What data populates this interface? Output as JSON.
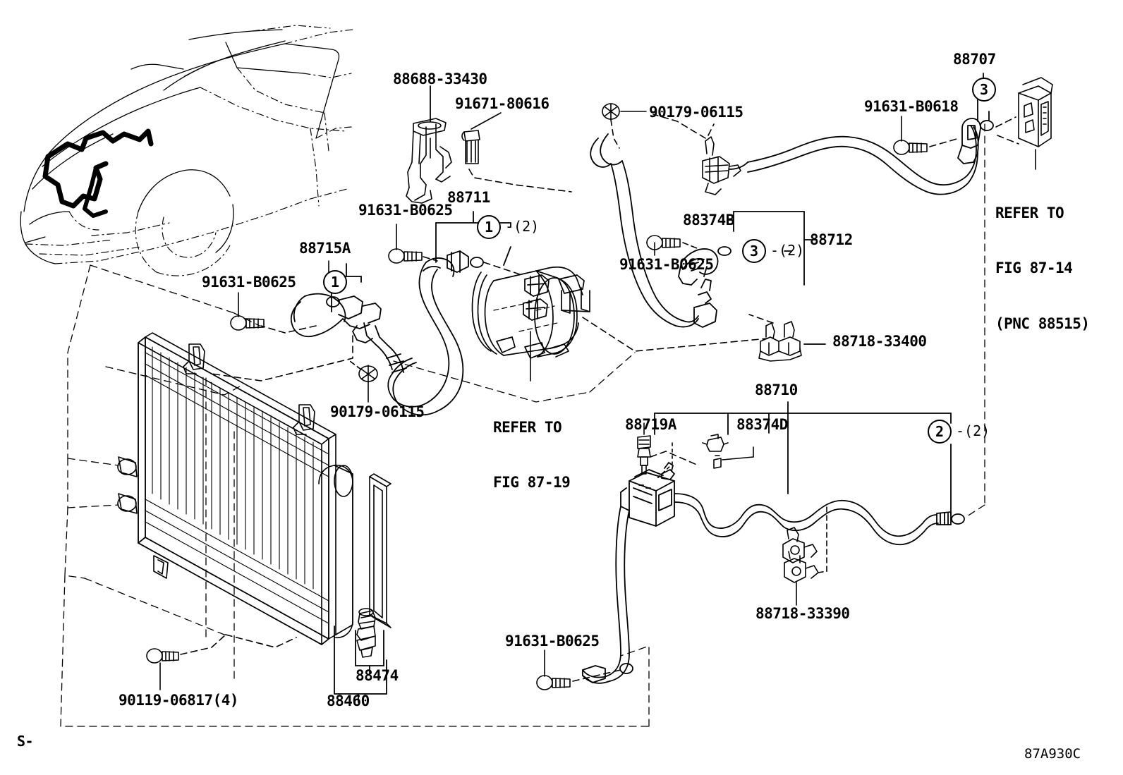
{
  "diagram": {
    "code": "87A930C",
    "sheet_mark": "S-",
    "title_implied": "A/C Piping and Condenser"
  },
  "refer_notes": [
    {
      "id": "refer-87-14",
      "lines": [
        "REFER TO",
        "FIG 87-14",
        "(PNC 88515)"
      ]
    },
    {
      "id": "refer-87-19",
      "lines": [
        "REFER TO",
        "FIG 87-19"
      ]
    }
  ],
  "qty_markers": [
    {
      "id": "marker-88711",
      "number": "1",
      "qty": "-(2)"
    },
    {
      "id": "marker-88715a",
      "number": "1",
      "qty": ""
    },
    {
      "id": "marker-88707",
      "number": "3",
      "qty": ""
    },
    {
      "id": "marker-88712",
      "number": "3",
      "qty": "-(2)"
    },
    {
      "id": "marker-88710",
      "number": "2",
      "qty": "-(2)"
    }
  ],
  "part_labels": [
    {
      "id": "p-88688-33430",
      "text": "88688-33430"
    },
    {
      "id": "p-91671-80616",
      "text": "91671-80616"
    },
    {
      "id": "p-90179-06115-top",
      "text": "90179-06115"
    },
    {
      "id": "p-91631-B0618",
      "text": "91631-B0618"
    },
    {
      "id": "p-88707",
      "text": "88707"
    },
    {
      "id": "p-88711",
      "text": "88711"
    },
    {
      "id": "p-91631-B0625-a",
      "text": "91631-B0625"
    },
    {
      "id": "p-88374B",
      "text": "88374B"
    },
    {
      "id": "p-88712",
      "text": "88712"
    },
    {
      "id": "p-91631-B0625-b",
      "text": "91631-B0625"
    },
    {
      "id": "p-88715A",
      "text": "88715A"
    },
    {
      "id": "p-91631-B0625-c",
      "text": "91631-B0625"
    },
    {
      "id": "p-90179-06115-mid",
      "text": "90179-06115"
    },
    {
      "id": "p-88718-33400",
      "text": "88718-33400"
    },
    {
      "id": "p-88710",
      "text": "88710"
    },
    {
      "id": "p-88719A",
      "text": "88719A"
    },
    {
      "id": "p-88374D",
      "text": "88374D"
    },
    {
      "id": "p-88718-33390",
      "text": "88718-33390"
    },
    {
      "id": "p-91631-B0625-d",
      "text": "91631-B0625"
    },
    {
      "id": "p-90119-06817",
      "text": "90119-06817(4)"
    },
    {
      "id": "p-88474",
      "text": "88474"
    },
    {
      "id": "p-88460",
      "text": "88460"
    }
  ],
  "colors": {
    "ink": "#000000",
    "paper": "#ffffff"
  }
}
